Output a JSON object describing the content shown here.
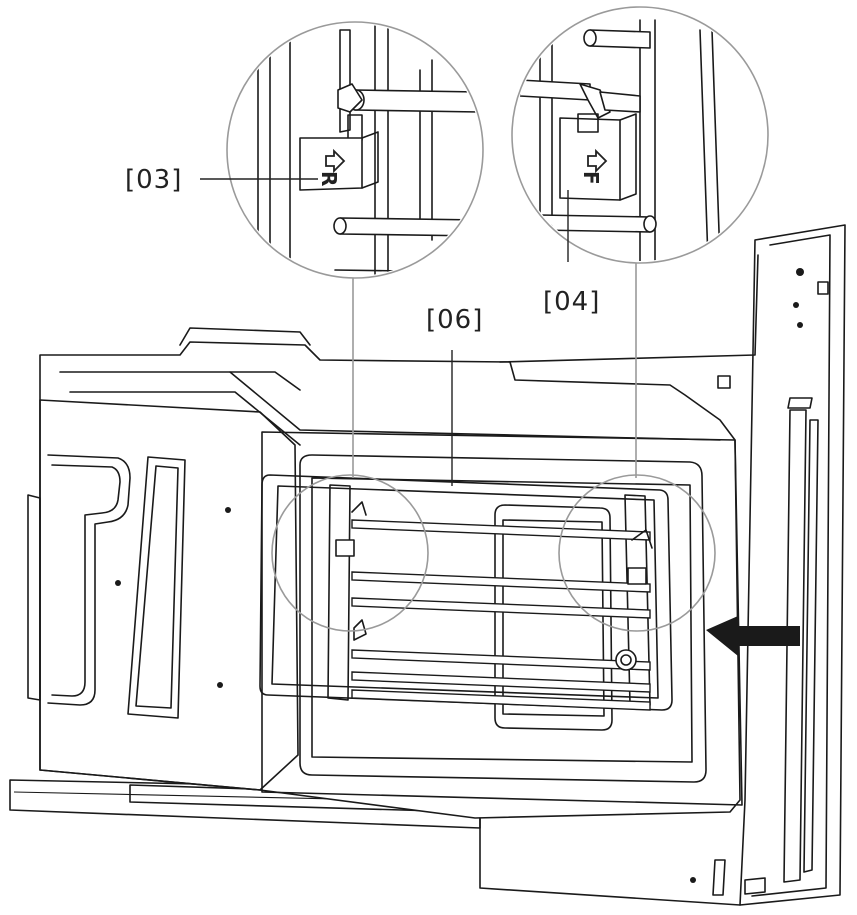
{
  "callouts": {
    "c03": "[03]",
    "c04": "[04]",
    "c06": "[06]"
  },
  "tags": {
    "rear_letter": "R",
    "front_letter": "F"
  },
  "icons": {
    "rear_tag_arrow": "up-arrow-icon",
    "front_tag_arrow": "up-arrow-icon",
    "insert_direction": "right-to-left-arrow-icon"
  },
  "colors": {
    "line": "#1a1a1a",
    "detail_circle": "#9a9a9a",
    "background": "#ffffff"
  }
}
